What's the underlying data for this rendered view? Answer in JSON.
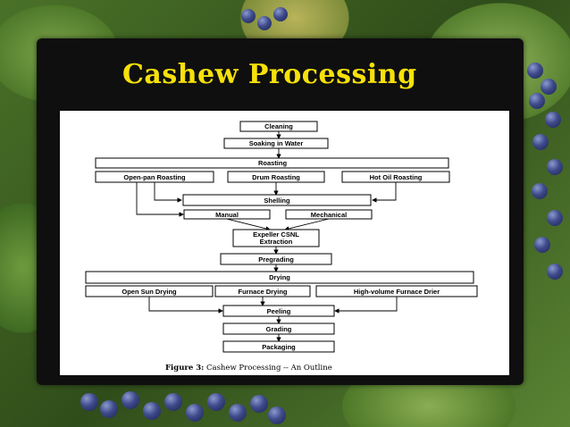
{
  "slide": {
    "title": "Cashew Processing",
    "figure_caption_label": "Figure 3:",
    "figure_caption_text": "Cashew Processing -- An Outline"
  },
  "diagram": {
    "steps": {
      "cleaning": "Cleaning",
      "soaking": "Soaking in Water",
      "roasting": "Roasting",
      "open_pan": "Open-pan Roasting",
      "drum": "Drum Roasting",
      "hot_oil": "Hot Oil Roasting",
      "shelling": "Shelling",
      "manual": "Manual",
      "mechanical": "Mechanical",
      "expeller_1": "Expeller CSNL",
      "expeller_2": "Extraction",
      "pregrading": "Pregrading",
      "drying": "Drying",
      "open_sun": "Open Sun Drying",
      "furnace": "Furnace Drying",
      "high_volume": "High-volume Furnace Drier",
      "peeling": "Peeling",
      "grading": "Grading",
      "packaging": "Packaging"
    }
  },
  "colors": {
    "title": "#f7e10a",
    "panel": "#0f0f0f"
  }
}
